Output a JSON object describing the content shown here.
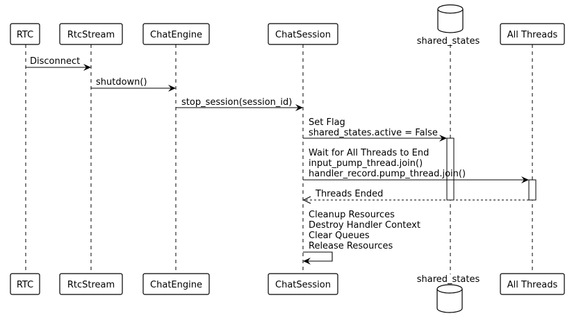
{
  "participants": [
    {
      "id": "rtc",
      "label": "RTC",
      "kind": "box"
    },
    {
      "id": "rtcstream",
      "label": "RtcStream",
      "kind": "box"
    },
    {
      "id": "chatengine",
      "label": "ChatEngine",
      "kind": "box"
    },
    {
      "id": "chatsession",
      "label": "ChatSession",
      "kind": "box"
    },
    {
      "id": "shared_states",
      "label": "shared_states",
      "kind": "database"
    },
    {
      "id": "allthreads",
      "label": "All Threads",
      "kind": "box"
    }
  ],
  "messages": [
    {
      "from": "rtc",
      "to": "rtcstream",
      "style": "solid",
      "lines": [
        "Disconnect"
      ]
    },
    {
      "from": "rtcstream",
      "to": "chatengine",
      "style": "solid",
      "lines": [
        "shutdown()"
      ]
    },
    {
      "from": "chatengine",
      "to": "chatsession",
      "style": "solid",
      "lines": [
        "stop_session(session_id)"
      ]
    },
    {
      "from": "chatsession",
      "to": "shared_states",
      "style": "solid",
      "lines": [
        "Set Flag",
        "shared_states.active = False"
      ]
    },
    {
      "from": "chatsession",
      "to": "allthreads",
      "style": "solid",
      "lines": [
        "Wait for All Threads to End",
        "input_pump_thread.join()",
        "handler_record.pump_thread.join()"
      ]
    },
    {
      "from": "allthreads",
      "to": "chatsession",
      "style": "dashed",
      "lines": [
        "Threads Ended"
      ]
    },
    {
      "from": "chatsession",
      "to": "chatsession",
      "style": "self",
      "lines": [
        "Cleanup Resources",
        "Destroy Handler Context",
        "Clear Queues",
        "Release Resources"
      ]
    }
  ]
}
